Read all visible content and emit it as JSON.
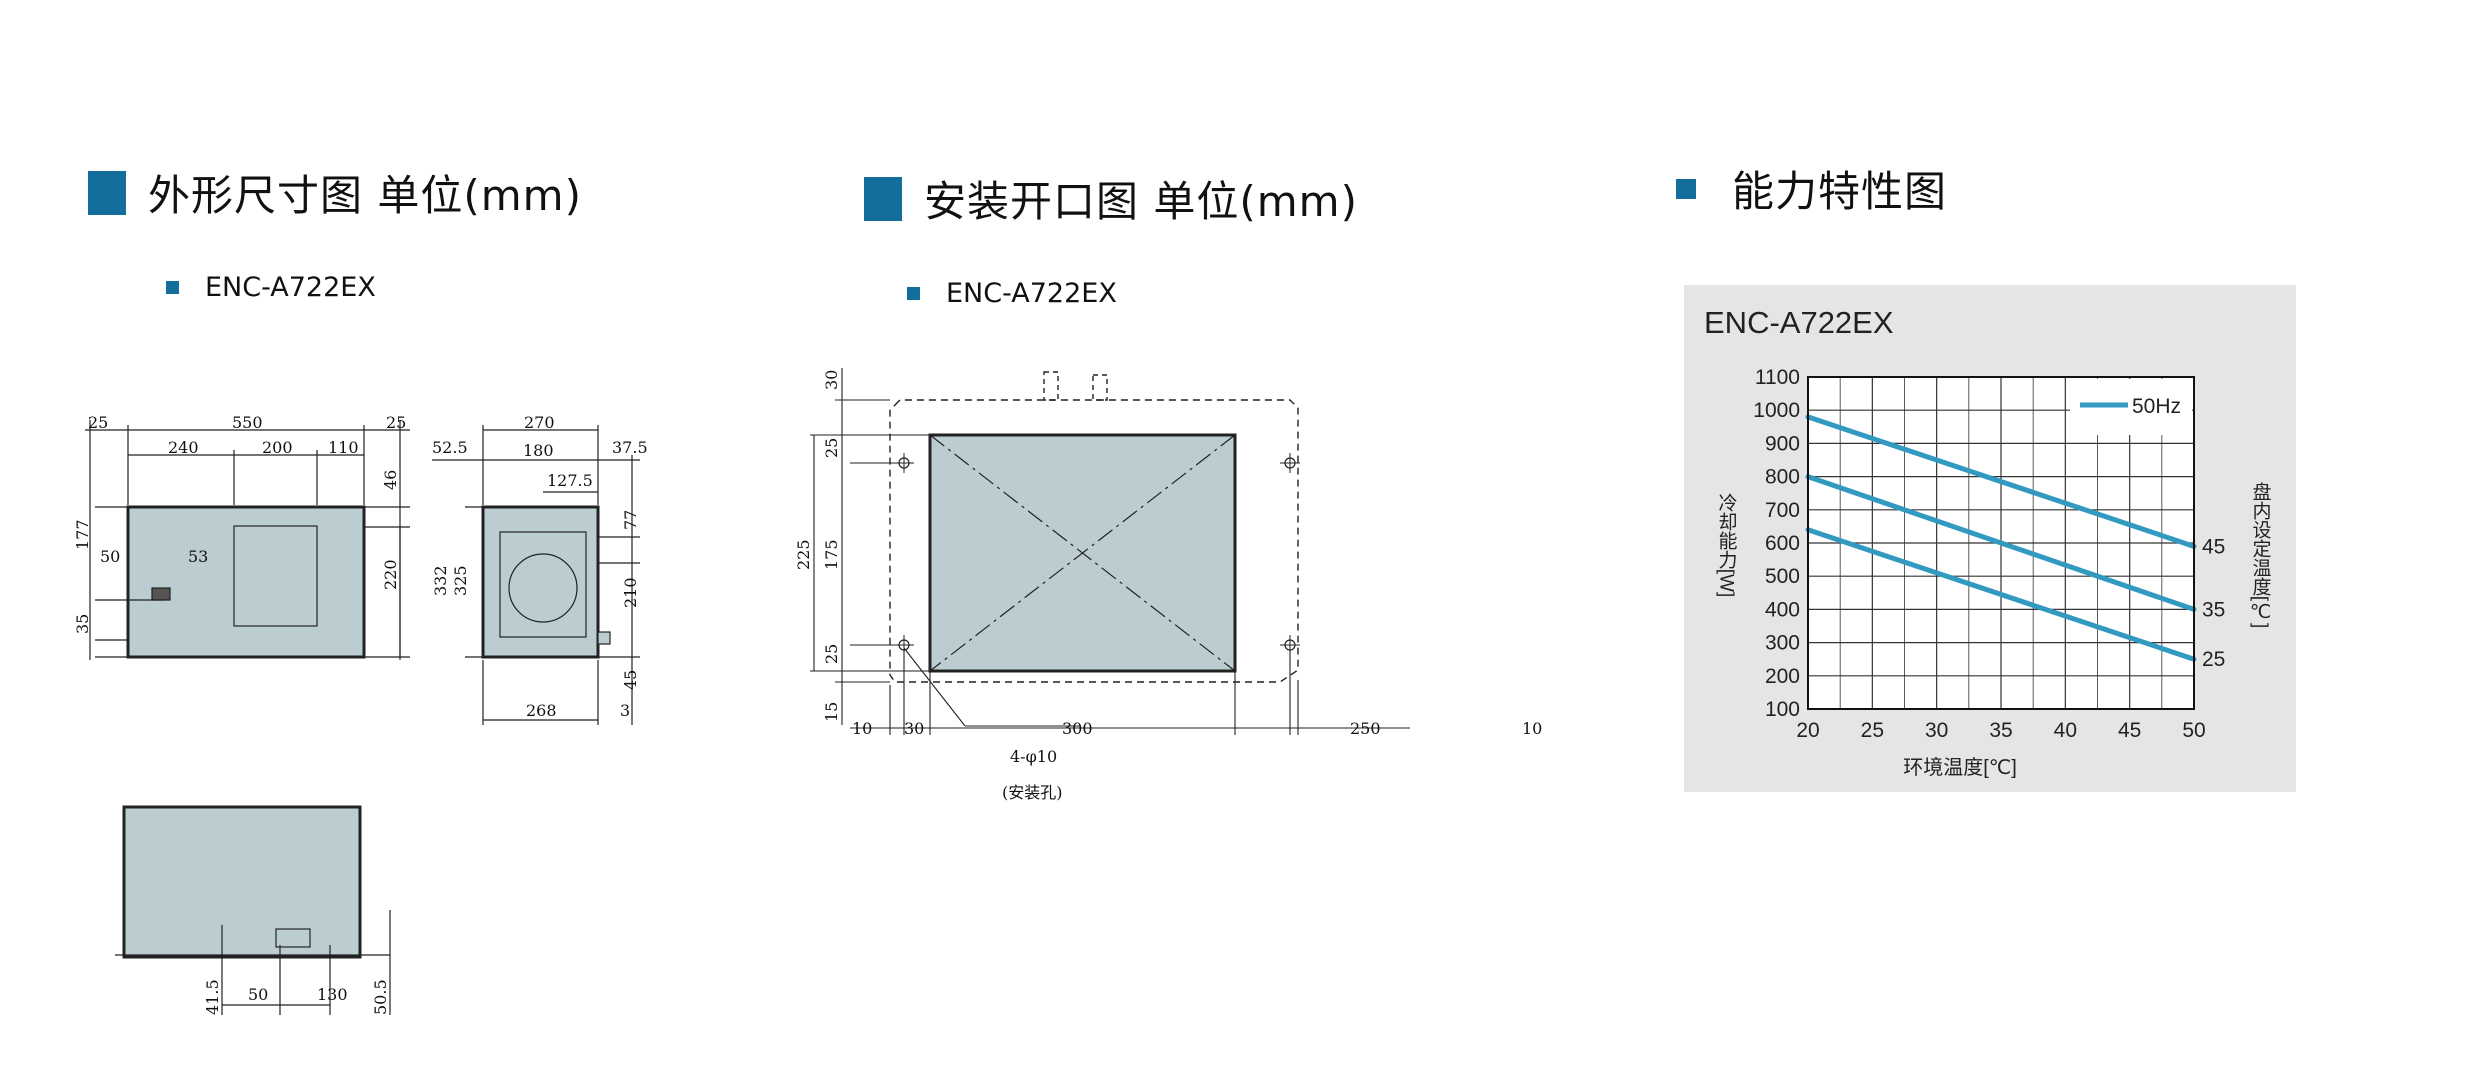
{
  "sections": {
    "outline": {
      "title": "外形尺寸图 单位(mm)",
      "model": "ENC-A722EX"
    },
    "cutout": {
      "title": "安装开口图 单位(mm)",
      "model": "ENC-A722EX"
    },
    "capacity": {
      "title": "能力特性图"
    }
  },
  "outline_dims": {
    "top": [
      "25",
      "550",
      "25",
      "240",
      "200",
      "110"
    ],
    "front_left": [
      "177",
      "50",
      "53",
      "35"
    ],
    "front_right": [
      "46",
      "220"
    ],
    "side_top": [
      "52.5",
      "270",
      "37.5",
      "180",
      "127.5"
    ],
    "side_left": [
      "332",
      "325"
    ],
    "side_right": [
      "77",
      "210",
      "45"
    ],
    "side_bottom": [
      "268",
      "3"
    ],
    "bottom_view": [
      "41.5",
      "50",
      "130",
      "50.5"
    ]
  },
  "cutout_dims": {
    "left": [
      "30",
      "25",
      "225",
      "175",
      "25",
      "15"
    ],
    "bottom": [
      "10",
      "30",
      "300",
      "250",
      "10"
    ],
    "hole_note": "4-φ10",
    "hole_label": "(安装孔)"
  },
  "colors": {
    "accent": "#146e9c",
    "unit_fill": "#bccdd1",
    "chart_line": "#3299c0",
    "chart_bg": "#e5e5e5"
  },
  "chart_data": {
    "type": "line",
    "title": "ENC-A722EX",
    "xlabel": "环境温度[℃]",
    "ylabel": "冷却能力[W]",
    "right_label": "盘内设定温度[℃]",
    "legend": "50Hz",
    "legend_position": "top-right",
    "grid": true,
    "xlim": [
      20,
      50
    ],
    "ylim": [
      100,
      1100
    ],
    "xticks": [
      "20",
      "25",
      "30",
      "35",
      "40",
      "45",
      "50"
    ],
    "yticks": [
      "100",
      "200",
      "300",
      "400",
      "500",
      "600",
      "700",
      "800",
      "900",
      "1000",
      "1100"
    ],
    "x": [
      20,
      50
    ],
    "series": [
      {
        "label": "45",
        "values": [
          980,
          590
        ]
      },
      {
        "label": "35",
        "values": [
          800,
          400
        ]
      },
      {
        "label": "25",
        "values": [
          640,
          250
        ]
      }
    ]
  }
}
